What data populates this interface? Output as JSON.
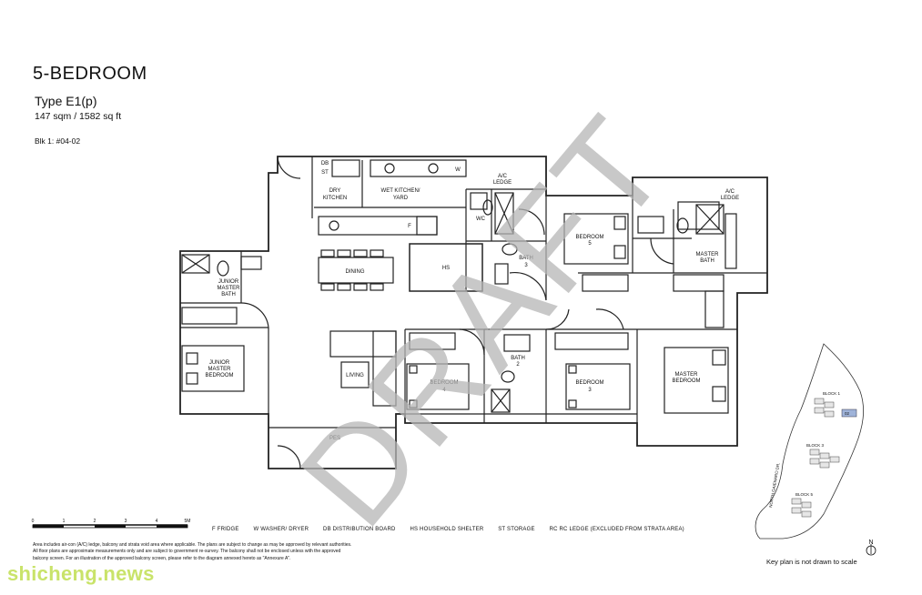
{
  "header": {
    "title": "5-BEDROOM",
    "type": "Type E1(p)",
    "area": "147 sqm / 1582 sq ft",
    "block": "Blk 1: #04-02"
  },
  "rooms": {
    "db": "DB",
    "st": "ST",
    "dry_kitchen_1": "DRY",
    "dry_kitchen_2": "KITCHEN",
    "wet_kitchen_1": "WET KITCHEN/",
    "wet_kitchen_2": "YARD",
    "ac_ledge_1a": "A/C",
    "ac_ledge_1b": "LEDGE",
    "ac_ledge_2a": "A/C",
    "ac_ledge_2b": "LEDGE",
    "wc": "WC",
    "fridge": "F",
    "washer": "W",
    "hs": "HS",
    "dining": "DINING",
    "bath3_1": "BATH",
    "bath3_2": "3",
    "bedroom5_1": "BEDROOM",
    "bedroom5_2": "5",
    "master_bath_1": "MASTER",
    "master_bath_2": "BATH",
    "jmb_1": "JUNIOR",
    "jmb_2": "MASTER",
    "jmb_3": "BATH",
    "jmbr_1": "JUNIOR",
    "jmbr_2": "MASTER",
    "jmbr_3": "BEDROOM",
    "living": "LIVING",
    "bedroom4_1": "BEDROOM",
    "bedroom4_2": "4",
    "bath2_1": "BATH",
    "bath2_2": "2",
    "bedroom3_1": "BEDROOM",
    "bedroom3_2": "3",
    "master_bedroom_1": "MASTER",
    "master_bedroom_2": "BEDROOM",
    "pes": "PES"
  },
  "watermark_draft": "DRAFT",
  "scale": {
    "ticks": [
      "0",
      "1",
      "2",
      "3",
      "4",
      "5M"
    ]
  },
  "legend": {
    "f": "F  FRIDGE",
    "w": "W  WASHER/ DRYER",
    "db": "DB  DISTRIBUTION BOARD",
    "hs": "HS  HOUSEHOLD SHELTER",
    "st": "ST  STORAGE",
    "rc": "RC  RC LEDGE (EXCLUDED FROM STRATA AREA)"
  },
  "notes": {
    "line1": "Area includes air-con (A/C) ledge, balcony and strata void area where applicable. The plans are subject to change as may be approved by relevant authorities.",
    "line2": "All floor plans are approximate measurements only and are subject to government re-survey. The balcony shall not be enclosed unless with the approved",
    "line3": "balcony screen. For an illustration of the approved balcony screen, please refer to the diagram annexed hereto as \"Annexure A\"."
  },
  "keyplan": {
    "block1": "BLOCK 1",
    "block3": "BLOCK 3",
    "block5": "BLOCK 5",
    "road": "NORTH GAIENARO DR.",
    "unit": "02",
    "north": "N",
    "caption": "Key plan is not drawn to scale"
  },
  "site_watermark": "shicheng.news",
  "colors": {
    "wall": "#222222",
    "watermark": "#b5b5b5",
    "highlight": "#9fb3d9",
    "site_watermark": "#c9e36a"
  }
}
